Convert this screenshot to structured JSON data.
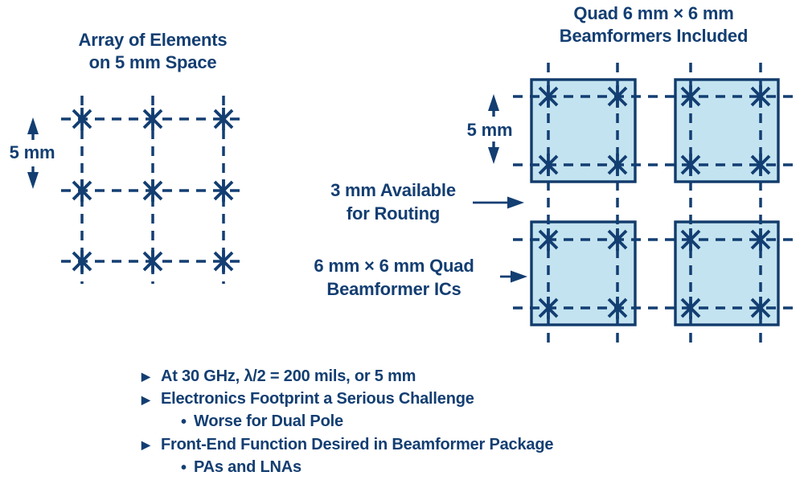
{
  "colors": {
    "navy": "#133e72",
    "square_fill": "#c3e3f0",
    "square_border": "#113b6b"
  },
  "left_diagram": {
    "title_line1": "Array of Elements",
    "title_line2": "on 5 mm Space",
    "dimension_label": "5 mm"
  },
  "right_diagram": {
    "title_line1": "Quad 6 mm × 6 mm",
    "title_line2": "Beamformers Included",
    "dimension_label": "5 mm",
    "routing_label_line1": "3 mm Available",
    "routing_label_line2": "for Routing",
    "ic_label_line1": "6 mm × 6 mm Quad",
    "ic_label_line2": "Beamformer ICs"
  },
  "bullets": {
    "glyph_level1": "▶",
    "glyph_level2": "•",
    "items": [
      {
        "level": 1,
        "text": "At 30 GHz, λ/2 = 200 mils, or 5 mm"
      },
      {
        "level": 1,
        "text": "Electronics Footprint a Serious Challenge"
      },
      {
        "level": 2,
        "text": "Worse for Dual Pole"
      },
      {
        "level": 1,
        "text": "Front-End Function Desired in Beamformer Package"
      },
      {
        "level": 2,
        "text": "PAs and LNAs"
      }
    ]
  }
}
